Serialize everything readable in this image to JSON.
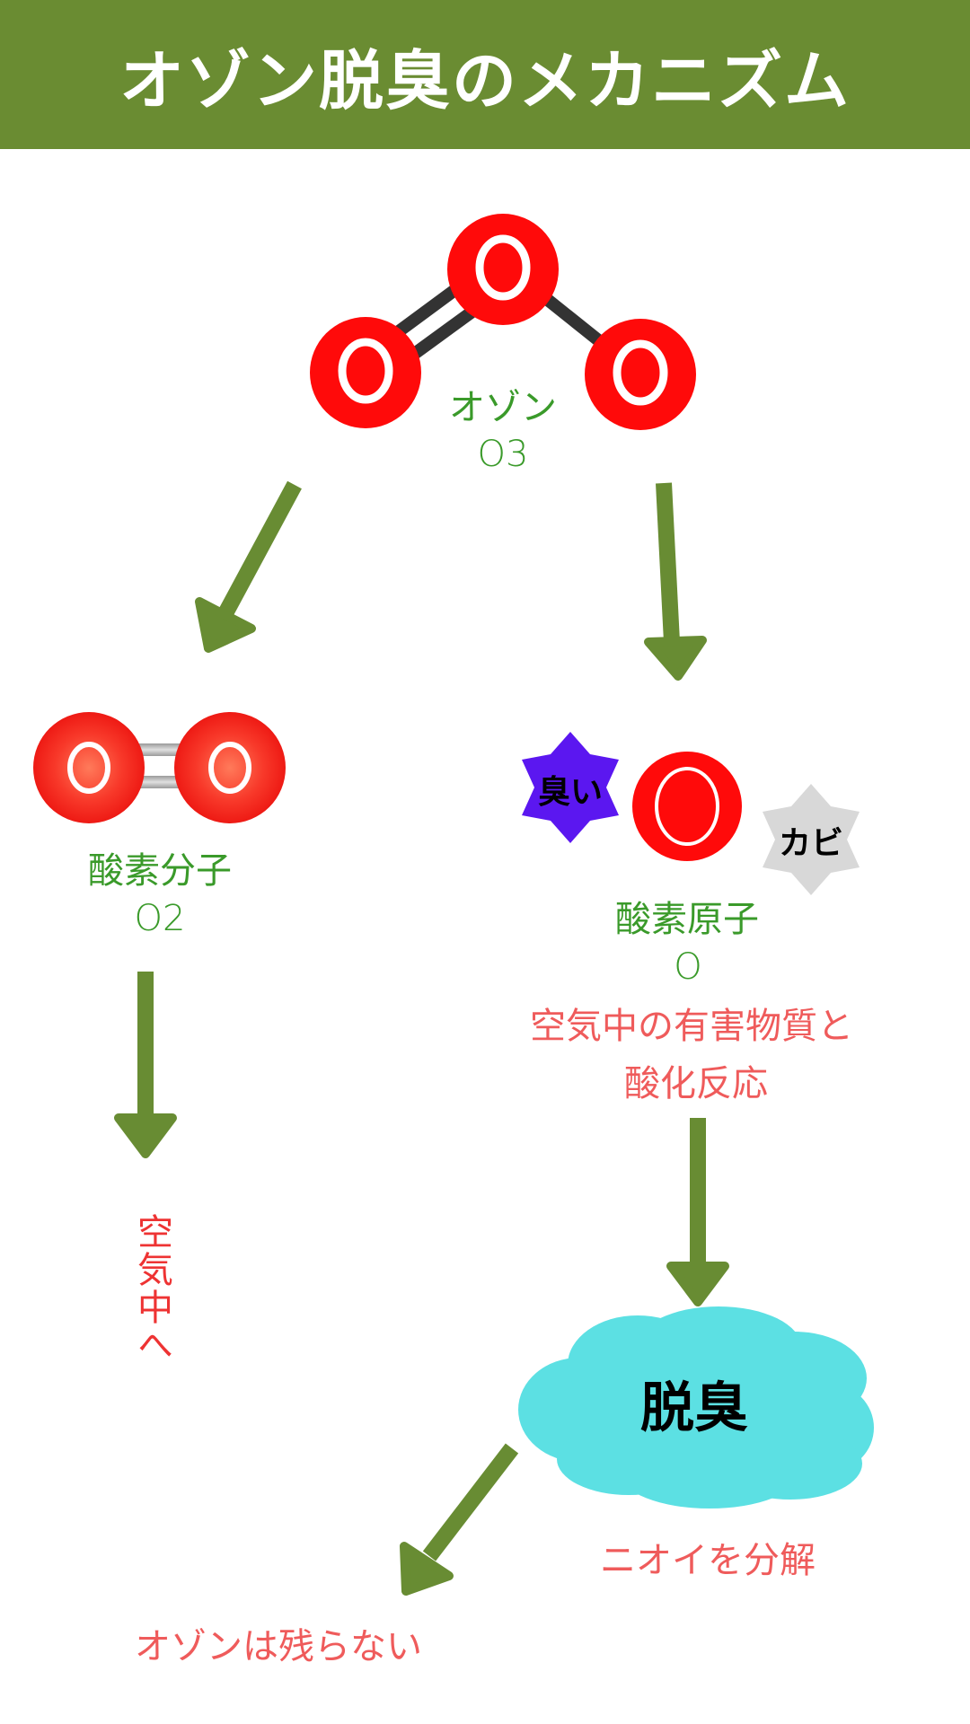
{
  "header": {
    "title": "オゾン脱臭のメカニズム"
  },
  "colors": {
    "header_bg": "#6a8c32",
    "arrow": "#688c33",
    "atom_red": "#ff0a0a",
    "bond_dark": "#333333",
    "odor_badge": "#5b17f0",
    "mold_badge": "#d8d8d8",
    "cloud": "#5ce0e3",
    "label_green": "#3a9a2a",
    "label_pink": "#ef5b5b"
  },
  "ozone": {
    "name": "オゾン",
    "formula": "O3",
    "atom_symbol": "O"
  },
  "oxygen_molecule": {
    "name": "酸素分子",
    "formula": "O2",
    "atom_symbol": "O"
  },
  "oxygen_atom": {
    "name": "酸素原子",
    "formula": "O",
    "atom_symbol": "O",
    "reaction_line1": "空気中の有害物質と",
    "reaction_line2": "酸化反応"
  },
  "badges": {
    "odor": "臭い",
    "mold": "カビ"
  },
  "to_air": {
    "text": "空気中へ"
  },
  "deodorize": {
    "label": "脱臭",
    "caption": "ニオイを分解"
  },
  "result": {
    "text": "オゾンは残らない"
  }
}
